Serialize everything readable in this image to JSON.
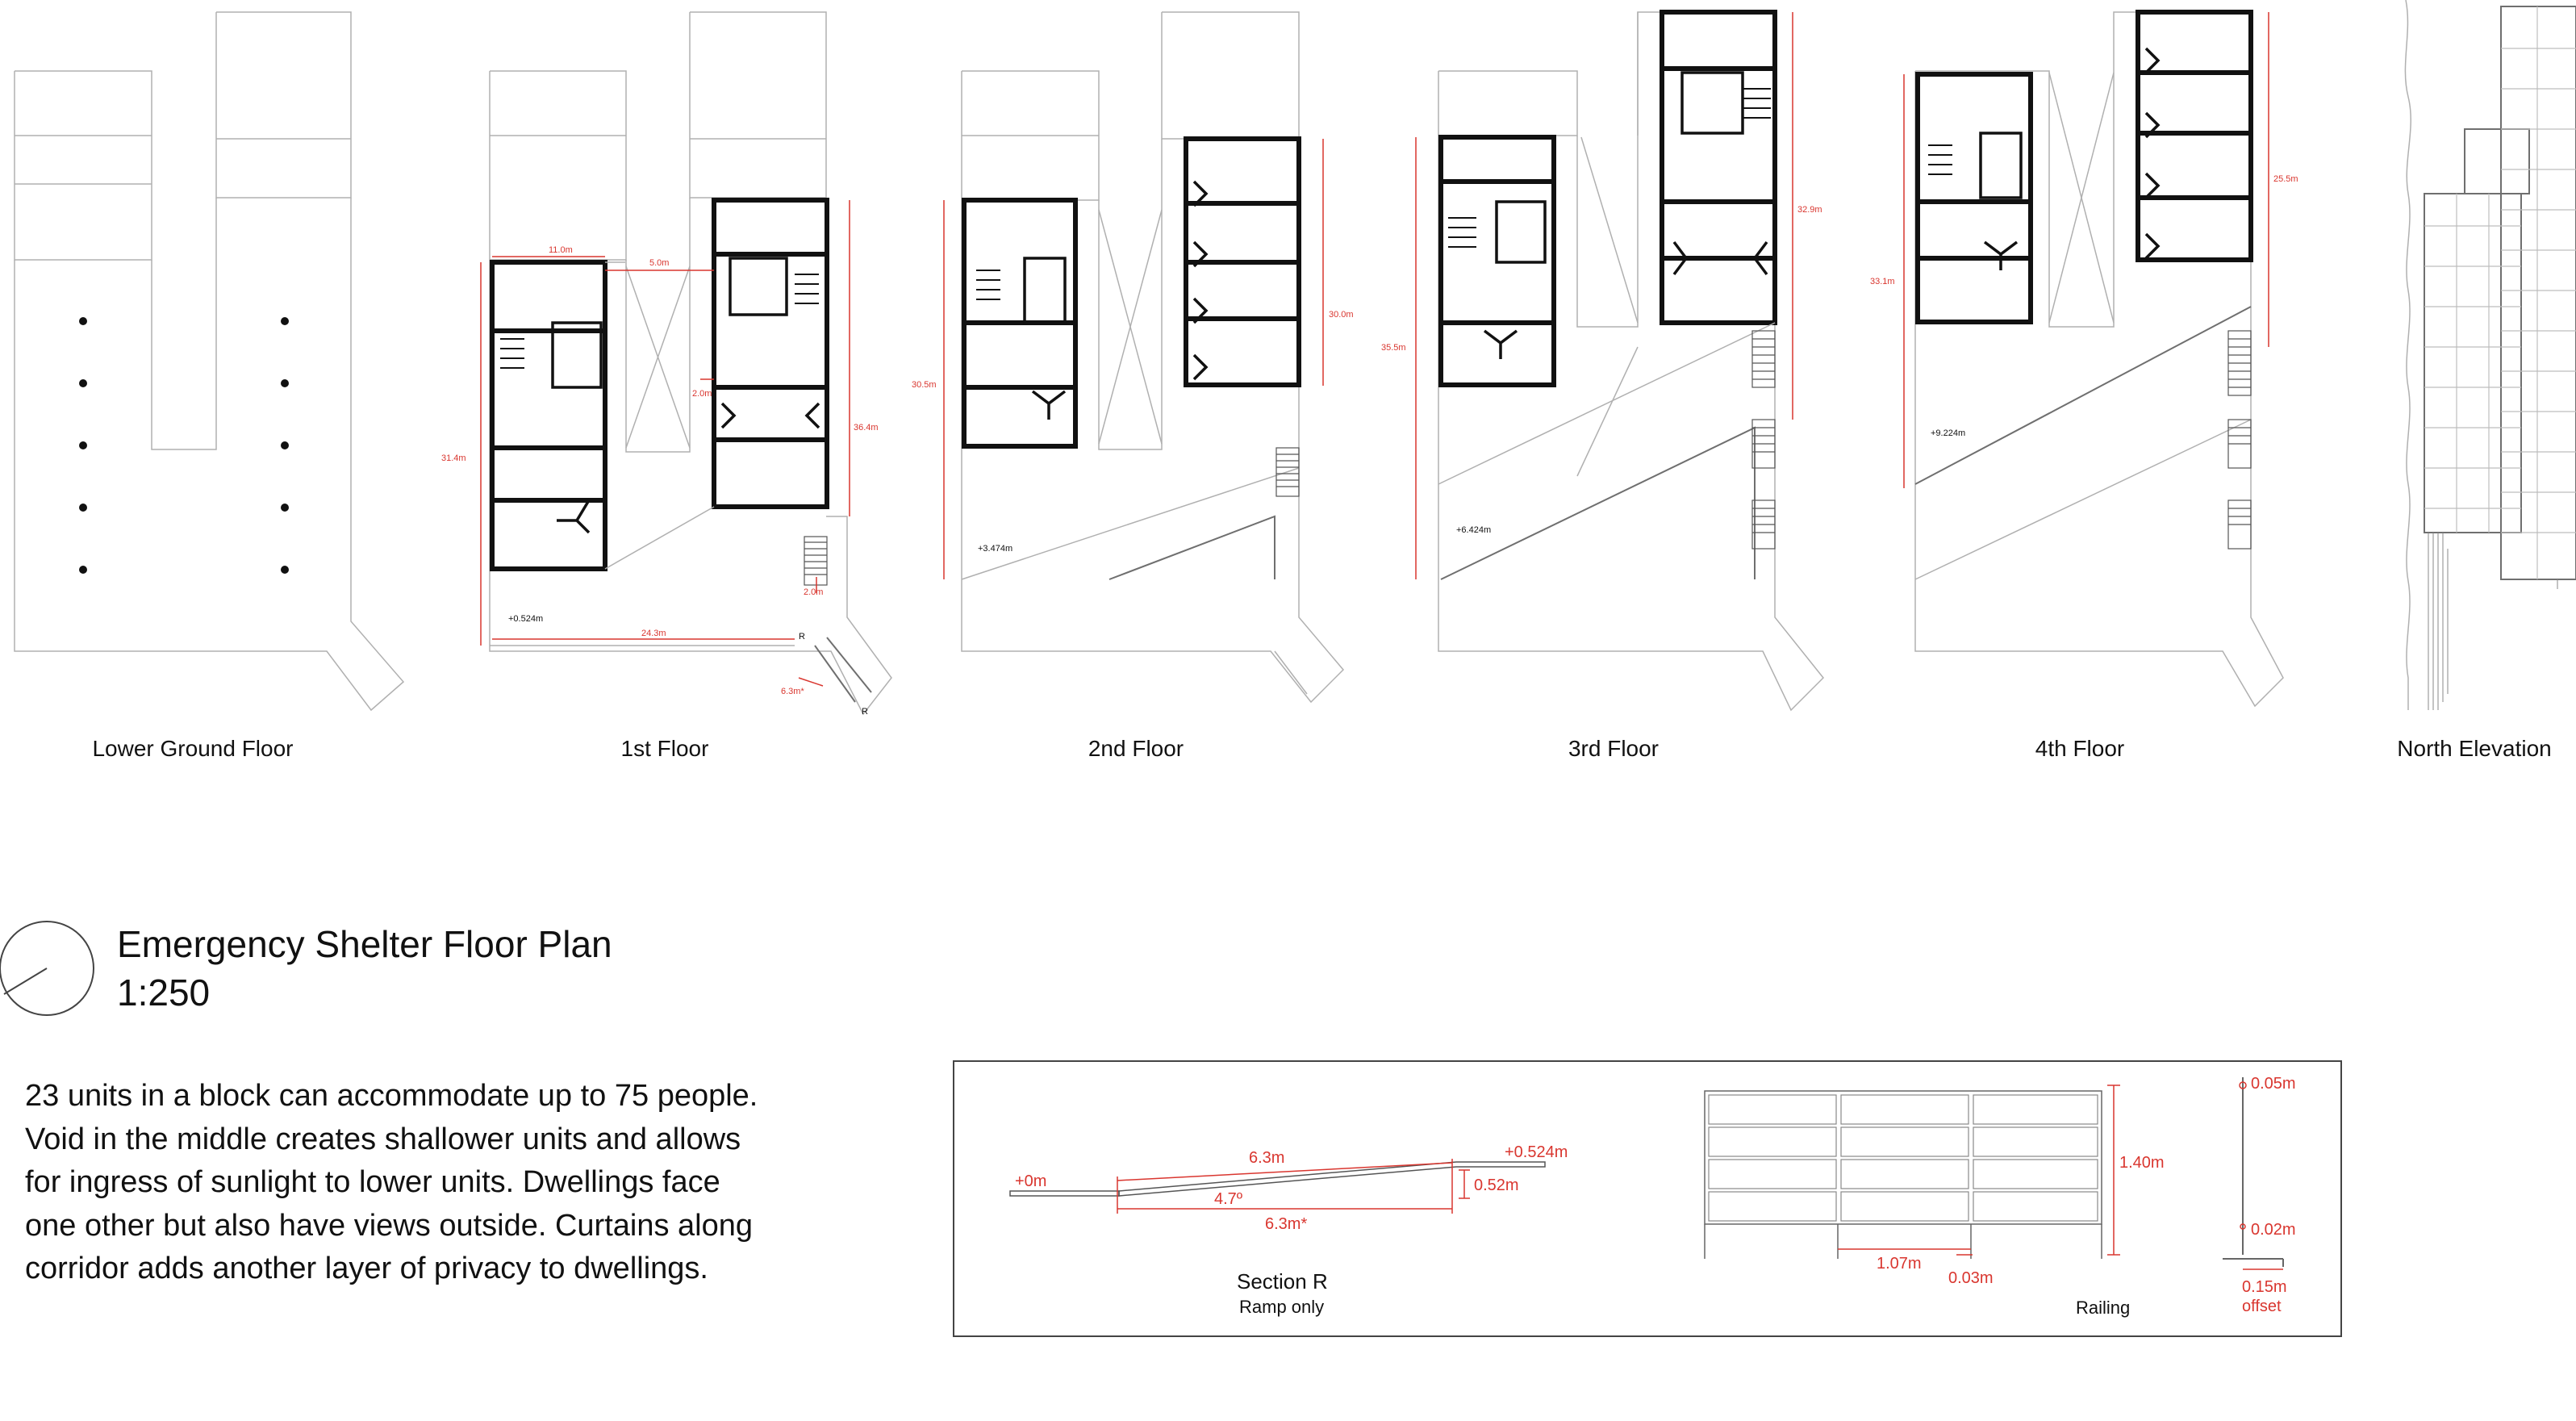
{
  "plans": [
    {
      "label": "Lower Ground Floor"
    },
    {
      "label": "1st Floor"
    },
    {
      "label": "2nd Floor"
    },
    {
      "label": "3rd Floor"
    },
    {
      "label": "4th Floor"
    },
    {
      "label": "North Elevation"
    }
  ],
  "dimensions": {
    "first_floor": {
      "d1": "11.0m",
      "d2": "5.0m",
      "d3": "31.4m",
      "d4": "36.4m",
      "d5": "2.0m",
      "d6": "2.0m",
      "d7": "24.3m",
      "d8": "6.3m*",
      "level": "+0.524m",
      "r1": "R",
      "r2": "R"
    },
    "second_floor": {
      "d1": "30.5m",
      "d2": "30.0m",
      "level": "+3.474m"
    },
    "third_floor": {
      "d1": "35.5m",
      "d2": "32.9m",
      "level": "+6.424m"
    },
    "fourth_floor": {
      "d1": "33.1m",
      "d2": "25.5m",
      "level": "+9.224m"
    }
  },
  "title": {
    "line1": "Emergency Shelter Floor Plan",
    "line2": "1:250"
  },
  "description": [
    "23 units in a block can accommodate up to 75 people.",
    "Void in the middle creates shallower units and allows",
    "for ingress of sunlight to lower units. Dwellings face",
    "one other but also have views outside. Curtains along",
    "corridor adds another layer of privacy to dwellings."
  ],
  "details": {
    "section": {
      "title": "Section R",
      "subtitle": "Ramp only",
      "start_level": "+0m",
      "end_level": "+0.524m",
      "top_length": "6.3m",
      "rise": "0.52m",
      "angle": "4.7º",
      "bottom_length": "6.3m*"
    },
    "railing": {
      "title": "Railing",
      "height": "1.40m",
      "panel_width": "1.07m",
      "gap": "0.03m",
      "top_dim": "0.05m",
      "bottom_dim": "0.02m",
      "offset_value": "0.15m",
      "offset_label": "offset"
    }
  },
  "colors": {
    "dimension": "#d9362f",
    "wall": "#111111",
    "thin": "#9a9a9a"
  }
}
